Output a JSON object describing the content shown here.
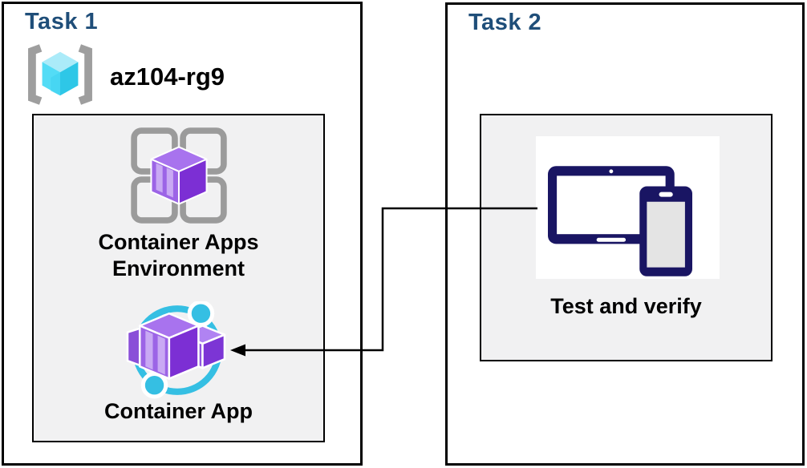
{
  "task1": {
    "title": "Task 1",
    "resource_group": "az104-rg9",
    "environment_label": "Container Apps Environment",
    "container_app_label": "Container App"
  },
  "task2": {
    "title": "Task 2",
    "test_label": "Test and verify"
  },
  "icons": {
    "resource_group": "azure-resource-group-icon",
    "environment": "container-apps-environment-icon",
    "container_app": "container-app-icon",
    "devices": "tablet-and-phone-icon",
    "connector": "arrow-connector-from-test-to-container-app"
  },
  "colors": {
    "task_title_blue": "#1F4E79",
    "panel_gray": "#F1F1F2",
    "border_black": "#000000",
    "cube_cyan_top": "#ABEBF9",
    "cube_cyan_left": "#53DCF6",
    "cube_cyan_right": "#2EC7E7",
    "bracket_gray": "#9E9E9E",
    "grid_gray": "#9B9B9B",
    "purple_top": "#A873EE",
    "purple_left": "#9C64E6",
    "purple_right": "#7C2FD4",
    "purple_stripe": "#C9A9F4",
    "ring_cyan": "#35BFE3",
    "device_navy": "#191563",
    "phone_screen_gray": "#E4E4E4"
  }
}
